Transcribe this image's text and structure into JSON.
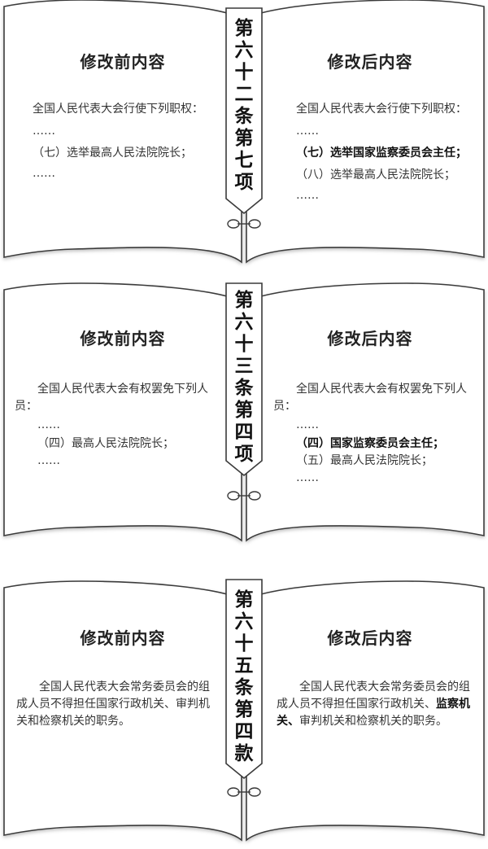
{
  "sections": [
    {
      "ribbon": "第六十二条第七项",
      "left": {
        "title": "修改前内容",
        "paragraphs": [
          {
            "text": "全国人民代表大会行使下列职权：",
            "indent": true
          },
          {
            "text": "……",
            "indent": true
          },
          {
            "text": "（七）选举最高人民法院院长；",
            "indent": true
          },
          {
            "text": "……",
            "indent": true
          }
        ]
      },
      "right": {
        "title": "修改后内容",
        "paragraphs": [
          {
            "text": "全国人民代表大会行使下列职权：",
            "indent": true
          },
          {
            "text": "……",
            "indent": true
          },
          {
            "text": "（七）选举国家监察委员会主任；",
            "indent": true,
            "bold": true
          },
          {
            "text": "（八）选举最高人民法院院长；",
            "indent": true
          },
          {
            "text": "……",
            "indent": true
          }
        ]
      }
    },
    {
      "ribbon": "第六十三条第四项",
      "left": {
        "title": "修改前内容",
        "paragraphs": [
          {
            "text": "全国人民代表大会有权罢免下列人员：",
            "indent": true
          },
          {
            "text": "……",
            "indent": true
          },
          {
            "text": "（四）最高人民法院院长；",
            "indent": true
          },
          {
            "text": "……",
            "indent": true
          }
        ]
      },
      "right": {
        "title": "修改后内容",
        "paragraphs": [
          {
            "text": "全国人民代表大会有权罢免下列人员：",
            "indent": true
          },
          {
            "text": "……",
            "indent": true
          },
          {
            "text": "（四）国家监察委员会主任；",
            "indent": true,
            "bold": true
          },
          {
            "text": "（五）最高人民法院院长；",
            "indent": true
          },
          {
            "text": "……",
            "indent": true
          }
        ]
      }
    },
    {
      "ribbon": "第六十五条第四款",
      "left": {
        "title": "修改前内容",
        "paragraphs": [
          {
            "text": "全国人民代表大会常务委员会的组成人员不得担任国家行政机关、审判机关和检察机关的职务。",
            "indent": true
          }
        ]
      },
      "right": {
        "title": "修改后内容",
        "paragraphs": [
          {
            "runs": [
              {
                "text": "全国人民代表大会常务委员会的组成人员不得担任国家行政机关、"
              },
              {
                "text": "监察机关、",
                "bold": true
              },
              {
                "text": "审判机关和检察机关的职务。"
              }
            ],
            "indent": true
          }
        ]
      }
    }
  ],
  "colors": {
    "ink": "#333333",
    "outline": "#3a3a3a",
    "ribbon_fill": "#ffffff"
  }
}
